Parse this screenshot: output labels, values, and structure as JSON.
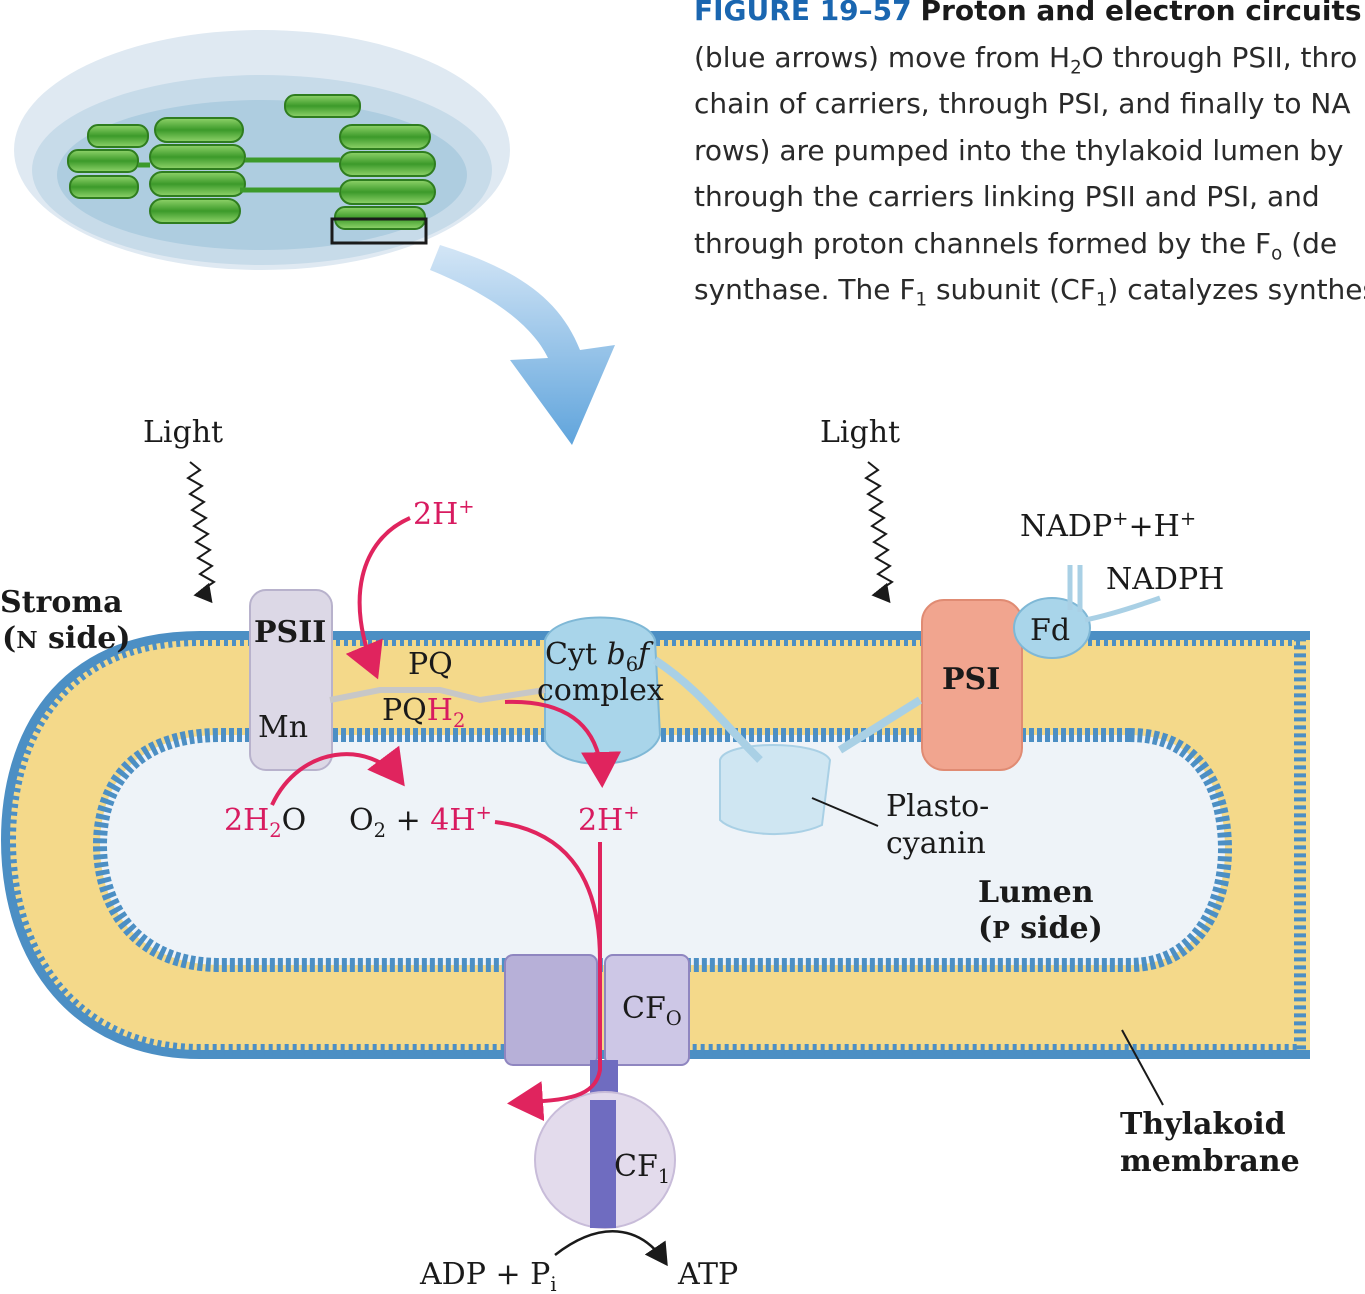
{
  "caption": {
    "figure_number": "FIGURE 19–57",
    "figure_title": "Proton and electron circuits in",
    "lines": [
      [
        "(blue arrows) move from H",
        "2",
        "O through PSII, thro"
      ],
      "chain of carriers, through PSI, and finally to NA",
      "rows) are pumped into the thylakoid lumen by",
      "through the carriers linking PSII and PSI, and",
      [
        "through proton channels formed by the F",
        "o",
        " (de"
      ],
      [
        "synthase. The F",
        "1",
        " subunit (CF",
        "1",
        ") catalyzes synthes"
      ]
    ]
  },
  "labels": {
    "light_left": "Light",
    "light_right": "Light",
    "stroma_1": "Stroma",
    "stroma_2_open": "(",
    "stroma_2_n": "N",
    "stroma_2_rest": " side)",
    "psii": "PSII",
    "psi": "PSI",
    "mn": "Mn",
    "pq": "PQ",
    "pqh2_pq": "PQ",
    "pqh2_h": "H",
    "pqh2_sub": "2",
    "cyt_1a": "Cyt ",
    "cyt_1b": "b",
    "cyt_1c": "6",
    "cyt_1d": "f",
    "cyt_2": "complex",
    "h_top_2": "2H",
    "h_top_sup": "+",
    "water_2h": "2H",
    "water_sub": "2",
    "water_o": "O",
    "o2_o": "O",
    "o2_sub": "2",
    "o2_plus": " + ",
    "o2_4h": "4H",
    "o2_sup": "+",
    "h_lumen": "2H",
    "h_lumen_sup": "+",
    "nadp_a": "NADP",
    "nadp_sup1": "+",
    "nadp_b": "+H",
    "nadp_sup2": "+",
    "nadph": "NADPH",
    "fd": "Fd",
    "plasto_1": "Plasto-",
    "plasto_2": "cyanin",
    "lumen_1": "Lumen",
    "lumen_2_open": "(",
    "lumen_2_p": "P",
    "lumen_2_rest": " side)",
    "cfo": "CF",
    "cfo_sub": "O",
    "cf1": "CF",
    "cf1_sub": "1",
    "thylakoid_1": "Thylakoid",
    "thylakoid_2": "membrane",
    "adp": "ADP + P",
    "adp_sub": "i",
    "atp": "ATP"
  },
  "colors": {
    "membrane_yellow": "#f4d98a",
    "membrane_blue": "#4c8fc4",
    "proton_arrow": "#e0245e",
    "psi": "#f1a58f",
    "psii": "#dcd8e6",
    "cytochrome": "#a9d5ea",
    "atp_synthase": "#b7b0d8",
    "chloroplast_green": "#4fae3a"
  }
}
